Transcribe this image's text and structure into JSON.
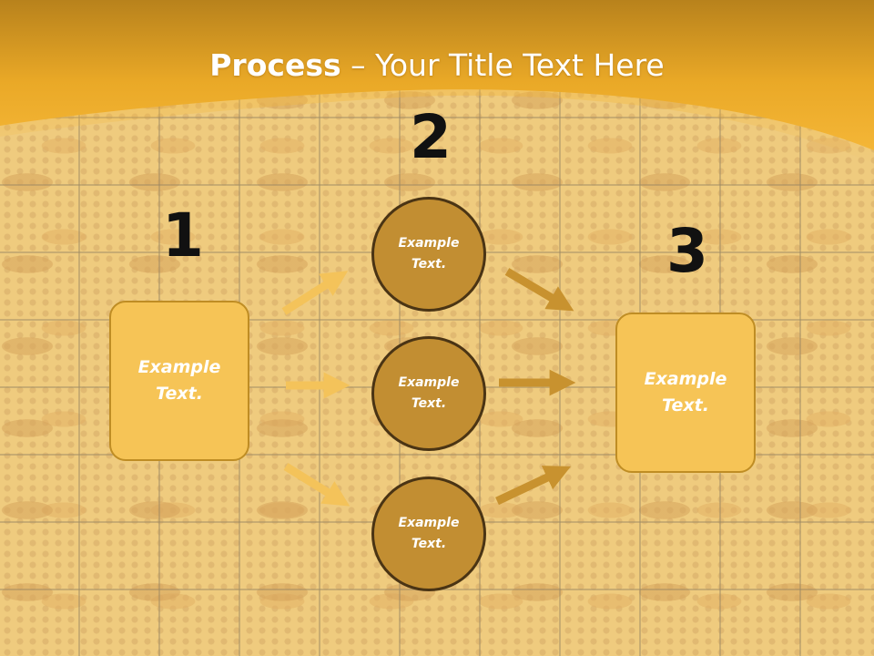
{
  "title": {
    "bold": "Process",
    "rest": " – Your Title Text Here"
  },
  "steps": {
    "one": {
      "number": "1",
      "text": "Example Text."
    },
    "two": {
      "number": "2"
    },
    "three": {
      "number": "3",
      "text": "Example Text."
    }
  },
  "circles": [
    {
      "text": "Example Text."
    },
    {
      "text": "Example Text."
    },
    {
      "text": "Example Text."
    }
  ],
  "colors": {
    "header": "#f0b12c",
    "box_fill": "#f6c456",
    "circle_fill": "#c28e32",
    "arrow_left": "#f4c35a",
    "arrow_right": "#c8922f"
  }
}
